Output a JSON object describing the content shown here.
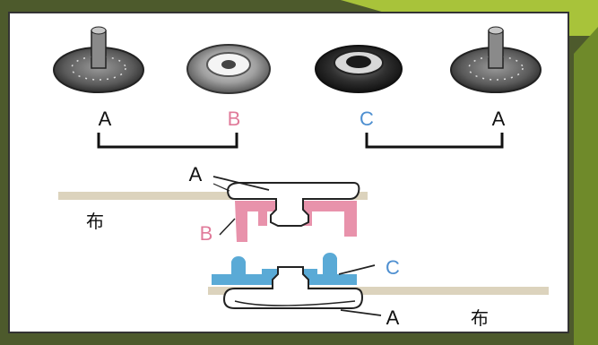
{
  "colors": {
    "frame_dark": "#4d5a2c",
    "slide_green": "#a8c33a",
    "fabric": "#dcd3bd",
    "part_b_pink": "#e892ab",
    "part_c_blue": "#5aaad6",
    "metal_dark": "#3a3a3a"
  },
  "top_row": {
    "labels": {
      "a_left": "A",
      "b": "B",
      "c": "C",
      "a_right": "A"
    }
  },
  "cross_section": {
    "labels": {
      "a_top": "A",
      "b": "B",
      "c": "C",
      "a_bottom": "A"
    },
    "fabric_top": "布",
    "fabric_bottom": "布"
  }
}
